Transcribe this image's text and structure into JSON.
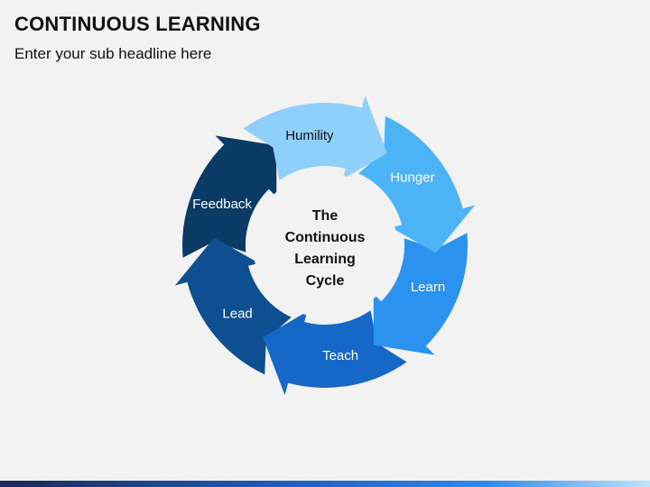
{
  "header": {
    "title": "CONTINUOUS LEARNING",
    "subtitle": "Enter your sub headline here"
  },
  "diagram": {
    "center_lines": [
      "The",
      "Continuous",
      "Learning",
      "Cycle"
    ],
    "segments": [
      {
        "label": "Humility",
        "color": "#8fd0fb",
        "text_color": "#111111"
      },
      {
        "label": "Hunger",
        "color": "#4db3f7",
        "text_color": "#ffffff"
      },
      {
        "label": "Learn",
        "color": "#2b93ef",
        "text_color": "#ffffff"
      },
      {
        "label": "Teach",
        "color": "#1668c8",
        "text_color": "#ffffff"
      },
      {
        "label": "Lead",
        "color": "#0e4f92",
        "text_color": "#ffffff"
      },
      {
        "label": "Feedback",
        "color": "#0a3a66",
        "text_color": "#ffffff"
      }
    ]
  }
}
